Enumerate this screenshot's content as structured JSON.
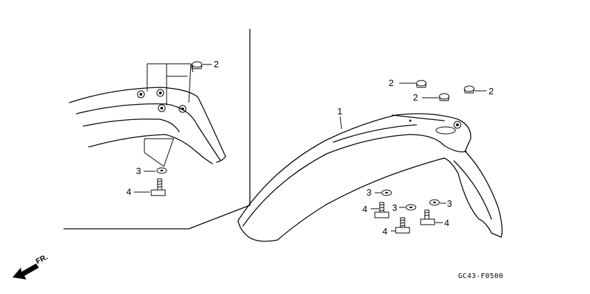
{
  "diagram": {
    "callouts": [
      "1",
      "2",
      "3",
      "4"
    ],
    "code": "GC43-F0500",
    "direction": "FR."
  }
}
